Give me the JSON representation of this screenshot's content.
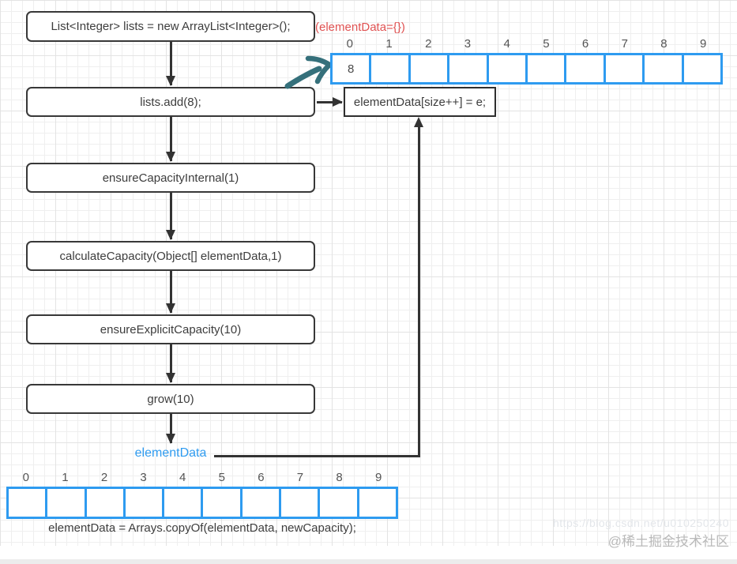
{
  "flow": {
    "declare": "List<Integer> lists = new ArrayList<Integer>();",
    "add": "lists.add(8);",
    "ensure_capacity_internal": "ensureCapacityInternal(1)",
    "calculate_capacity": "calculateCapacity(Object[] elementData,1)",
    "ensure_explicit_capacity": "ensureExplicitCapacity(10)",
    "grow": "grow(10)",
    "assign": "elementData[size++] = e;",
    "annotation_red": "(elementData={})",
    "element_data_label": "elementData",
    "copy_statement": "elementData = Arrays.copyOf(elementData, newCapacity);"
  },
  "top_array": {
    "indices": [
      "0",
      "1",
      "2",
      "3",
      "4",
      "5",
      "6",
      "7",
      "8",
      "9"
    ],
    "cells": [
      "8",
      "",
      "",
      "",
      "",
      "",
      "",
      "",
      "",
      ""
    ]
  },
  "bottom_array": {
    "indices": [
      "0",
      "1",
      "2",
      "3",
      "4",
      "5",
      "6",
      "7",
      "8",
      "9"
    ],
    "cells": [
      "",
      "",
      "",
      "",
      "",
      "",
      "",
      "",
      "",
      ""
    ]
  },
  "watermark": {
    "url": "https://blog.csdn.net/u010250240",
    "community": "@稀土掘金技术社区"
  },
  "colors": {
    "array_border_blue": "#2e9bf0",
    "element_data_label_blue": "#2e9bf0",
    "annotation_red": "#e05252",
    "hand_arrow_teal": "#35707b",
    "connector_dark": "#333333"
  }
}
